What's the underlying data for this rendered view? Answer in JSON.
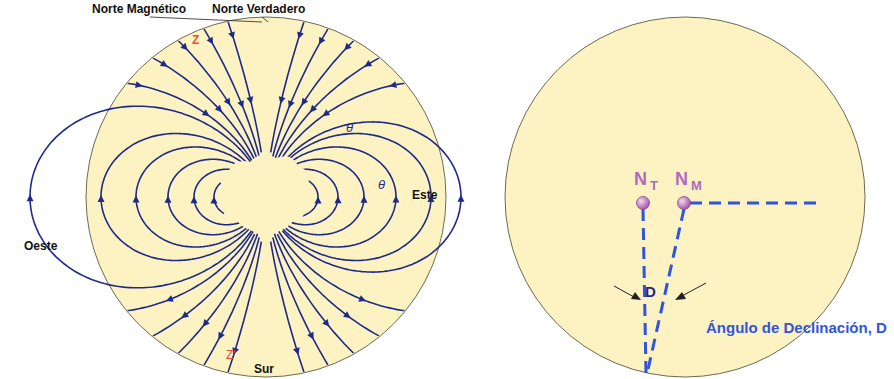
{
  "diagram": {
    "labels": [
      "Norte Magnético",
      "Norte Verdadero",
      "Z",
      "θ",
      "θ",
      "Oeste",
      "Este",
      "Z'",
      "Sur",
      "N",
      "T",
      "N",
      "M",
      "D",
      "Ángulo de Declinación, D"
    ]
  }
}
